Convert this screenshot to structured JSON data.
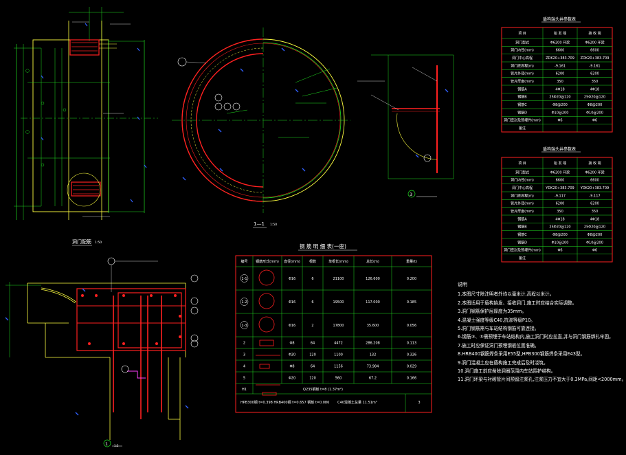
{
  "labels": {
    "section_1_1": "1—1",
    "section_1_1_scale": "1:50",
    "rebar_table_title": "钢 筋 明 细 表(一座)",
    "detail_3_caption": "3",
    "detail_1_caption": "1",
    "detail_1_scale": "1:5",
    "lining_title": "洞门配筋",
    "lining_scale": "1:50"
  },
  "rebar_table": {
    "headers": [
      "编号",
      "钢筋形式(mm)",
      "直径(mm)",
      "根数",
      "单根长(mm)",
      "总长(m)",
      "重量(t)"
    ],
    "rows": [
      {
        "no": "1-1",
        "dia": "Φ16",
        "count": "6",
        "len": "21100",
        "total": "126.600",
        "weight": "0.200"
      },
      {
        "no": "1-2",
        "dia": "Φ16",
        "count": "6",
        "len": "19500",
        "total": "117.000",
        "weight": "0.185"
      },
      {
        "no": "1-3",
        "dia": "Φ16",
        "count": "2",
        "len": "17800",
        "total": "35.600",
        "weight": "0.056"
      },
      {
        "no": "2",
        "dia": "Φ8",
        "count": "64",
        "len": "4472",
        "total": "286.208",
        "weight": "0.113"
      },
      {
        "no": "3",
        "dia": "Φ20",
        "count": "120",
        "len": "1100",
        "total": "132",
        "weight": "0.326"
      },
      {
        "no": "4",
        "dia": "Φ8",
        "count": "64",
        "len": "1156",
        "total": "73.984",
        "weight": "0.029"
      },
      {
        "no": "5",
        "dia": "Φ20",
        "count": "120",
        "len": "560",
        "total": "67.2",
        "weight": "0.166"
      }
    ],
    "row_h1": {
      "no": "H1",
      "text": "Q235钢板 t=8    (1.37m²)"
    },
    "footer": {
      "left": "HPB300钢 t=0.398   HRB400钢 t=0.657   钢板 t=0.086",
      "right": "C40混凝土总量 11.51m³",
      "page": "3"
    }
  },
  "notes": {
    "title": "说明",
    "items": [
      "1.本图尺寸除注明者外均以毫米计,高程以米计。",
      "2.本图适用于盾构始发、接收洞门,施工时应结合实际调整。",
      "3.洞门钢筋保护层厚度为35mm。",
      "4.混凝土强度等级C40,抗渗等级P10。",
      "5.洞门钢筋需与车站结构钢筋可靠连接。",
      "6.钢筋③、⑤需预埋于车站结构内,施工洞门时应拉直,并与洞门钢筋绑扎牢固。",
      "7.施工时应保证洞门预埋钢板位置准确。",
      "8.HRB400钢筋焊条采用E55型,HPB300钢筋焊条采用E43型。",
      "9.洞门混凝土应在盾构施工完成后及时浇筑。",
      "10.洞门施工前应凿除洞圈范围内车站围护结构。",
      "11.洞门环梁与衬砌管片间预留注浆孔,注浆压力不宜大于0.3MPa,间距<2000mm。"
    ]
  },
  "spec_table_1": {
    "title": "盾构端头井参数表",
    "headers": [
      "项 目",
      "始 发 端",
      "接 收 端"
    ],
    "rows": [
      [
        "洞门型式",
        "Φ6200 环梁",
        "Φ6200 环梁"
      ],
      [
        "洞门内径(mm)",
        "6600",
        "6600"
      ],
      [
        "洞门中心高程",
        "ZDK20+383.709",
        "ZDK20+383.709"
      ],
      [
        "洞门底高程(m)",
        "-9.161",
        "-9.161"
      ],
      [
        "管片外径(mm)",
        "6200",
        "6200"
      ],
      [
        "管片厚度(mm)",
        "350",
        "350"
      ],
      [
        "钢筋A",
        "4Φ18",
        "4Φ18"
      ],
      [
        "钢筋B",
        "25Φ20@120",
        "25Φ20@120"
      ],
      [
        "钢筋C",
        "Φ8@200",
        "Φ8@200"
      ],
      [
        "钢筋D",
        "Φ10@200",
        "Φ10@200"
      ],
      [
        "洞门密封及预埋件(mm)",
        "Φ6",
        "Φ6"
      ],
      [
        "备注",
        "",
        ""
      ]
    ]
  },
  "spec_table_2": {
    "title": "盾构端头井参数表",
    "headers": [
      "项 目",
      "始 发 端",
      "接 收 端"
    ],
    "rows": [
      [
        "洞门型式",
        "Φ6200 环梁",
        "Φ6200 环梁"
      ],
      [
        "洞门内径(mm)",
        "6600",
        "6600"
      ],
      [
        "洞门中心高程",
        "YDK20+383.709",
        "YDK20+383.709"
      ],
      [
        "洞门底高程(m)",
        "-9.117",
        "-9.117"
      ],
      [
        "管片外径(mm)",
        "6200",
        "6200"
      ],
      [
        "管片厚度(mm)",
        "350",
        "350"
      ],
      [
        "钢筋A",
        "4Φ18",
        "4Φ18"
      ],
      [
        "钢筋B",
        "25Φ20@120",
        "25Φ20@120"
      ],
      [
        "钢筋C",
        "Φ8@200",
        "Φ8@200"
      ],
      [
        "钢筋D",
        "Φ10@200",
        "Φ10@200"
      ],
      [
        "洞门密封及预埋件(mm)",
        "Φ6",
        "Φ6"
      ],
      [
        "备注",
        "",
        ""
      ]
    ]
  },
  "colors": {
    "bg": "#000000",
    "red": "#ff2020",
    "green": "#20e020",
    "yellow": "#ffff40",
    "white": "#ffffff",
    "blue": "#3060ff",
    "magenta": "#ff40ff",
    "table_border": "#ff2020",
    "table_grid": "#20e020"
  }
}
